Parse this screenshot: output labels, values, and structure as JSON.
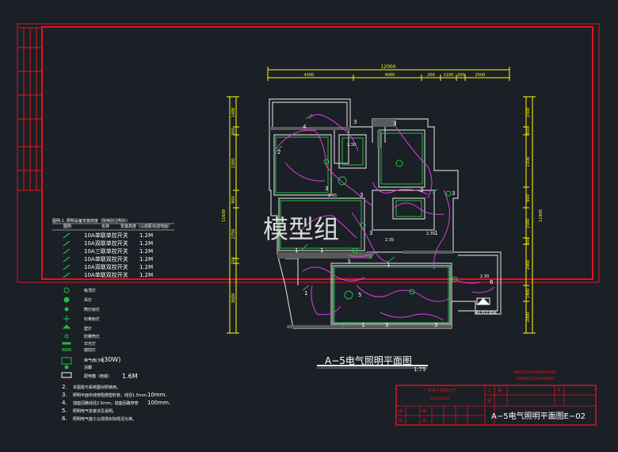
{
  "drawing": {
    "title": "A−5电气照明平面图",
    "scale": "1:75",
    "watermark": "模型组"
  },
  "dimensions": {
    "top_total": "12000",
    "top_segments": [
      "4300",
      "4000",
      "200",
      "1100",
      "200",
      "2500"
    ],
    "left_total": "11600",
    "left_segments": [
      "1488",
      "300",
      "2300",
      "900",
      "2750",
      "150",
      "3600"
    ],
    "right_total": "11900",
    "right_segments": [
      "1500",
      "300",
      "2100",
      "900",
      "1500",
      "200",
      "2000",
      "1400",
      "2000"
    ]
  },
  "panel_label": "ALH3",
  "panel_note": "暗装",
  "room_labels": [
    "3",
    "3",
    "3",
    "3",
    "3",
    "3",
    "3",
    "3",
    "3",
    "3",
    "1",
    "1",
    "1",
    "1",
    "1",
    "1",
    "2",
    "4",
    "5",
    "6",
    "2.30",
    "2.45",
    "2.35",
    "2.35",
    "2.30"
  ],
  "legend": {
    "heading": "图例:1. 照明设备安装高度（除特别注明外）",
    "col_headers": [
      "图例",
      "名称",
      "安装高度（以底距完成地面）"
    ],
    "rows": [
      {
        "name": "10A单联单控开关",
        "height": "1.2M"
      },
      {
        "name": "10A双联单控开关",
        "height": "1.2M"
      },
      {
        "name": "10A三联单控开关",
        "height": "1.2M"
      },
      {
        "name": "10A单联双控开关",
        "height": "1.2M"
      },
      {
        "name": "10A双联双控开关",
        "height": "1.2M"
      },
      {
        "name": "10A单联双控开关",
        "height": "1.2M"
      }
    ],
    "fixtures": [
      "吸顶灯",
      "吊灯",
      "筒灯射灯",
      "石英射灯",
      "壁灯",
      "防雾筒灯",
      "日光灯",
      "镜前灯"
    ],
    "fan_name": "换气扇(3X)",
    "fan_value": "(30W)",
    "heater_name": "浴霸",
    "panel_name": "配电箱（暗装）",
    "panel_height": "1.6M",
    "notes": [
      {
        "num": "2.",
        "text": "本图需与系统图对照使用。"
      },
      {
        "num": "3.",
        "text": "照明平面布线穿阻燃塑料管，线径1.5mm.",
        "tail": "10mm."
      },
      {
        "num": "4.",
        "text": "插座回路线径2.5mm，插座回路穿管",
        "tail": "100mm."
      },
      {
        "num": "5.",
        "text": "照明电气安装详见说明。"
      },
      {
        "num": "6.",
        "text": "照明电气施工以现场实际情况为准。"
      }
    ]
  },
  "title_block": {
    "company": "广东设计有限公司",
    "sub": "XXXXXXXXXX",
    "red_note_1": "XXXXXXXXXXXXXXXXXX",
    "red_note_2": "XXXXXXXXXXXXXXXX",
    "drawing_name": "A−5电气照明平面图E−02",
    "left_labels": [
      "设",
      "校",
      "审",
      "批"
    ],
    "top_labels": [
      "工",
      "程",
      "图",
      "号"
    ]
  },
  "colors": {
    "bg": "#1b1f26",
    "frame": "#e0141e",
    "wall": "#c8c8c8",
    "circuit": "#e040e0",
    "fixture": "#20c040",
    "dim": "#ffff00",
    "text": "#ffffff"
  }
}
